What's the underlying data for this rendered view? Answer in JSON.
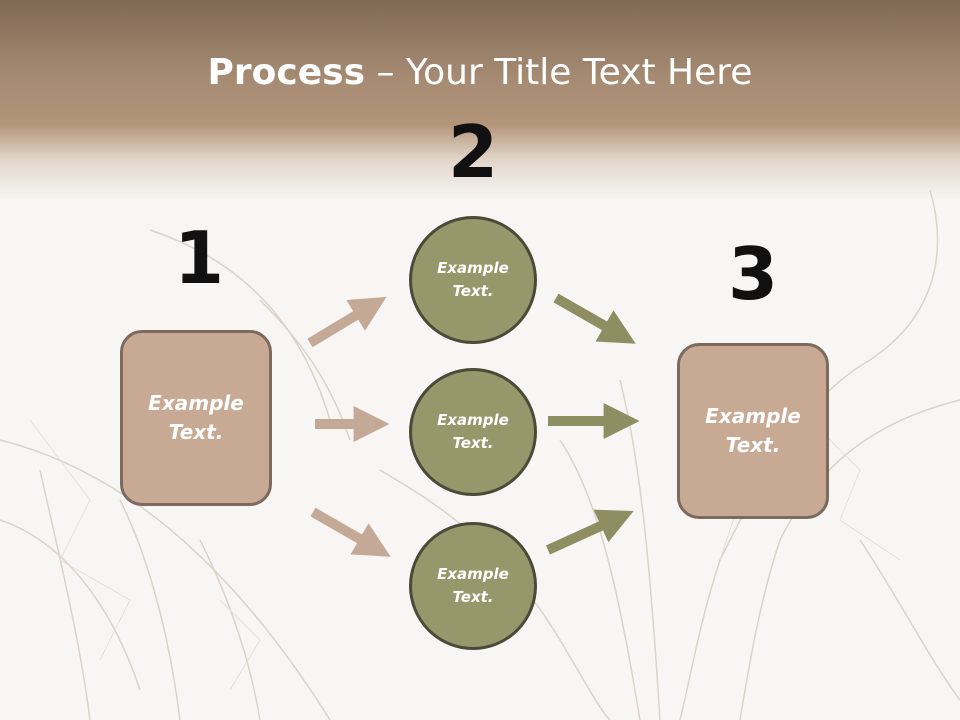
{
  "title": {
    "bold": "Process",
    "rest": " – Your Title Text Here"
  },
  "steps": [
    {
      "number": "1"
    },
    {
      "number": "2"
    },
    {
      "number": "3"
    }
  ],
  "left_box": {
    "line1": "Example",
    "line2": "Text."
  },
  "circles": [
    {
      "line1": "Example",
      "line2": "Text."
    },
    {
      "line1": "Example",
      "line2": "Text."
    },
    {
      "line1": "Example",
      "line2": "Text."
    }
  ],
  "right_box": {
    "line1": "Example",
    "line2": "Text."
  },
  "colors": {
    "header": "#a58a72",
    "box_fill": "#c8aa94",
    "box_border": "#7d6a5e",
    "circle_fill": "#96976a",
    "circle_border": "#4a4a38",
    "arrow_left": "#c4aa96",
    "arrow_right": "#8e8e62"
  }
}
